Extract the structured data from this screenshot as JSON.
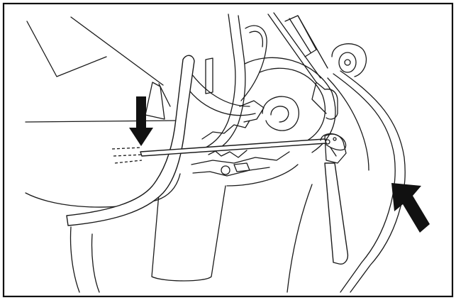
{
  "figure": {
    "colors": {
      "line": "#1a1a1a",
      "arrow": "#111111",
      "background": "#ffffff"
    },
    "arrows": [
      {
        "name": "down-arrow",
        "direction": "down"
      },
      {
        "name": "up-left-arrow",
        "direction": "up-left"
      }
    ]
  }
}
